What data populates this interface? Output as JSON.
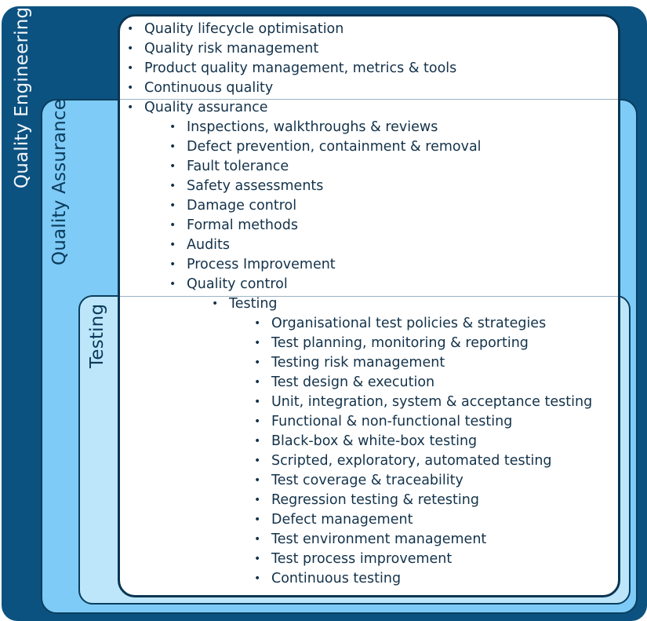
{
  "diagram": {
    "layers": [
      {
        "id": "quality-engineering",
        "label": "Quality Engineering",
        "color": "#0c5281"
      },
      {
        "id": "quality-assurance",
        "label": "Quality Assurance",
        "color": "#7ecbf7"
      },
      {
        "id": "testing",
        "label": "Testing",
        "color": "#bde6fb"
      }
    ],
    "quality_engineering_items": [
      "Quality lifecycle optimisation",
      "Quality risk management",
      "Product quality management, metrics & tools",
      "Continuous quality"
    ],
    "quality_assurance_item": "Quality assurance",
    "quality_assurance_subitems": [
      "Inspections, walkthroughs & reviews",
      "Defect prevention, containment & removal",
      "Fault tolerance",
      "Safety assessments",
      "Damage control",
      "Formal methods",
      "Audits",
      "Process Improvement",
      "Quality control"
    ],
    "quality_control_subitem": "Testing",
    "testing_subitems": [
      "Organisational test policies & strategies",
      "Test planning, monitoring & reporting",
      "Testing risk management",
      "Test design & execution",
      "Unit, integration, system & acceptance testing",
      "Functional & non-functional testing",
      "Black-box & white-box testing",
      "Scripted, exploratory, automated testing",
      "Test coverage & traceability",
      "Regression testing & retesting",
      "Defect management",
      "Test environment management",
      "Test process improvement",
      "Continuous testing"
    ],
    "bullet": "•"
  }
}
